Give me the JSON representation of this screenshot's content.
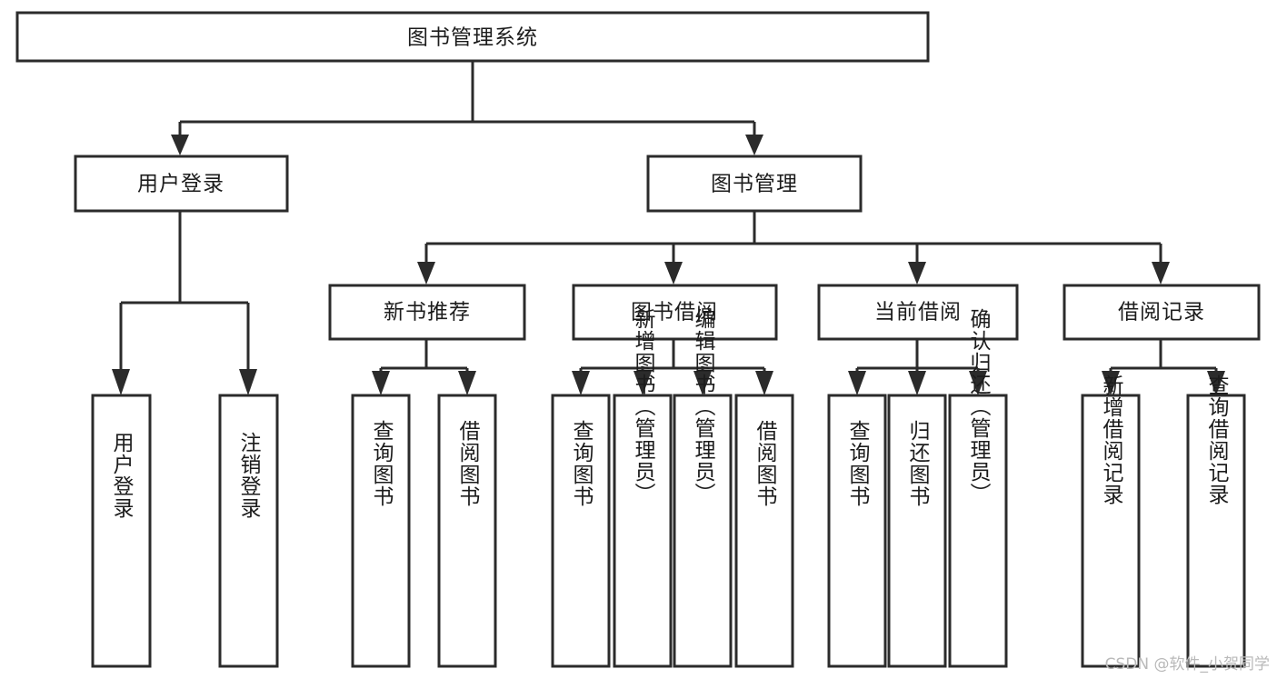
{
  "diagram": {
    "title": "图书管理系统",
    "watermark": "CSDN @软件_小贺同学",
    "colors": {
      "stroke": "#2b2b2b",
      "fill": "#ffffff",
      "text": "#1c1c1c",
      "watermark": "#b9b9b9",
      "background": "#ffffff"
    },
    "nodes": {
      "root": {
        "label": "图书管理系统",
        "orientation": "horizontal"
      },
      "user_login": {
        "label": "用户登录",
        "orientation": "horizontal"
      },
      "book_manage": {
        "label": "图书管理",
        "orientation": "horizontal"
      },
      "new_book_rec": {
        "label": "新书推荐",
        "orientation": "horizontal"
      },
      "book_borrow": {
        "label": "图书借阅",
        "orientation": "horizontal"
      },
      "current_borrow": {
        "label": "当前借阅",
        "orientation": "horizontal"
      },
      "borrow_record": {
        "label": "借阅记录",
        "orientation": "horizontal"
      },
      "leaf_user_login": {
        "label": "用户登录",
        "orientation": "vertical"
      },
      "leaf_logout": {
        "label": "注销登录",
        "orientation": "vertical"
      },
      "leaf_query_book_rec": {
        "label": "查询图书",
        "orientation": "vertical"
      },
      "leaf_borrow_book_rec": {
        "label": "借阅图书",
        "orientation": "vertical"
      },
      "leaf_query_book_b": {
        "label": "查询图书",
        "orientation": "vertical"
      },
      "leaf_add_book": {
        "label": "新增图书（管理员）",
        "orientation": "vertical"
      },
      "leaf_edit_book": {
        "label": "编辑图书（管理员）",
        "orientation": "vertical"
      },
      "leaf_borrow_book_b": {
        "label": "借阅图书",
        "orientation": "vertical"
      },
      "leaf_query_book_c": {
        "label": "查询图书",
        "orientation": "vertical"
      },
      "leaf_return_book": {
        "label": "归还图书",
        "orientation": "vertical"
      },
      "leaf_confirm_return": {
        "label": "确认归还（管理员）",
        "orientation": "vertical"
      },
      "leaf_add_record": {
        "label": "新增借阅记录",
        "orientation": "vertical"
      },
      "leaf_query_record": {
        "label": "查询借阅记录",
        "orientation": "vertical"
      }
    },
    "tree": {
      "root": "图书管理系统",
      "children": [
        {
          "label": "用户登录",
          "children": [
            {
              "label": "用户登录",
              "children": []
            },
            {
              "label": "注销登录",
              "children": []
            }
          ]
        },
        {
          "label": "图书管理",
          "children": [
            {
              "label": "新书推荐",
              "children": [
                {
                  "label": "查询图书",
                  "children": []
                },
                {
                  "label": "借阅图书",
                  "children": []
                }
              ]
            },
            {
              "label": "图书借阅",
              "children": [
                {
                  "label": "查询图书",
                  "children": []
                },
                {
                  "label": "新增图书（管理员）",
                  "children": []
                },
                {
                  "label": "编辑图书（管理员）",
                  "children": []
                },
                {
                  "label": "借阅图书",
                  "children": []
                }
              ]
            },
            {
              "label": "当前借阅",
              "children": [
                {
                  "label": "查询图书",
                  "children": []
                },
                {
                  "label": "归还图书",
                  "children": []
                },
                {
                  "label": "确认归还（管理员）",
                  "children": []
                }
              ]
            },
            {
              "label": "借阅记录",
              "children": [
                {
                  "label": "新增借阅记录",
                  "children": []
                },
                {
                  "label": "查询借阅记录",
                  "children": []
                }
              ]
            }
          ]
        }
      ]
    }
  }
}
